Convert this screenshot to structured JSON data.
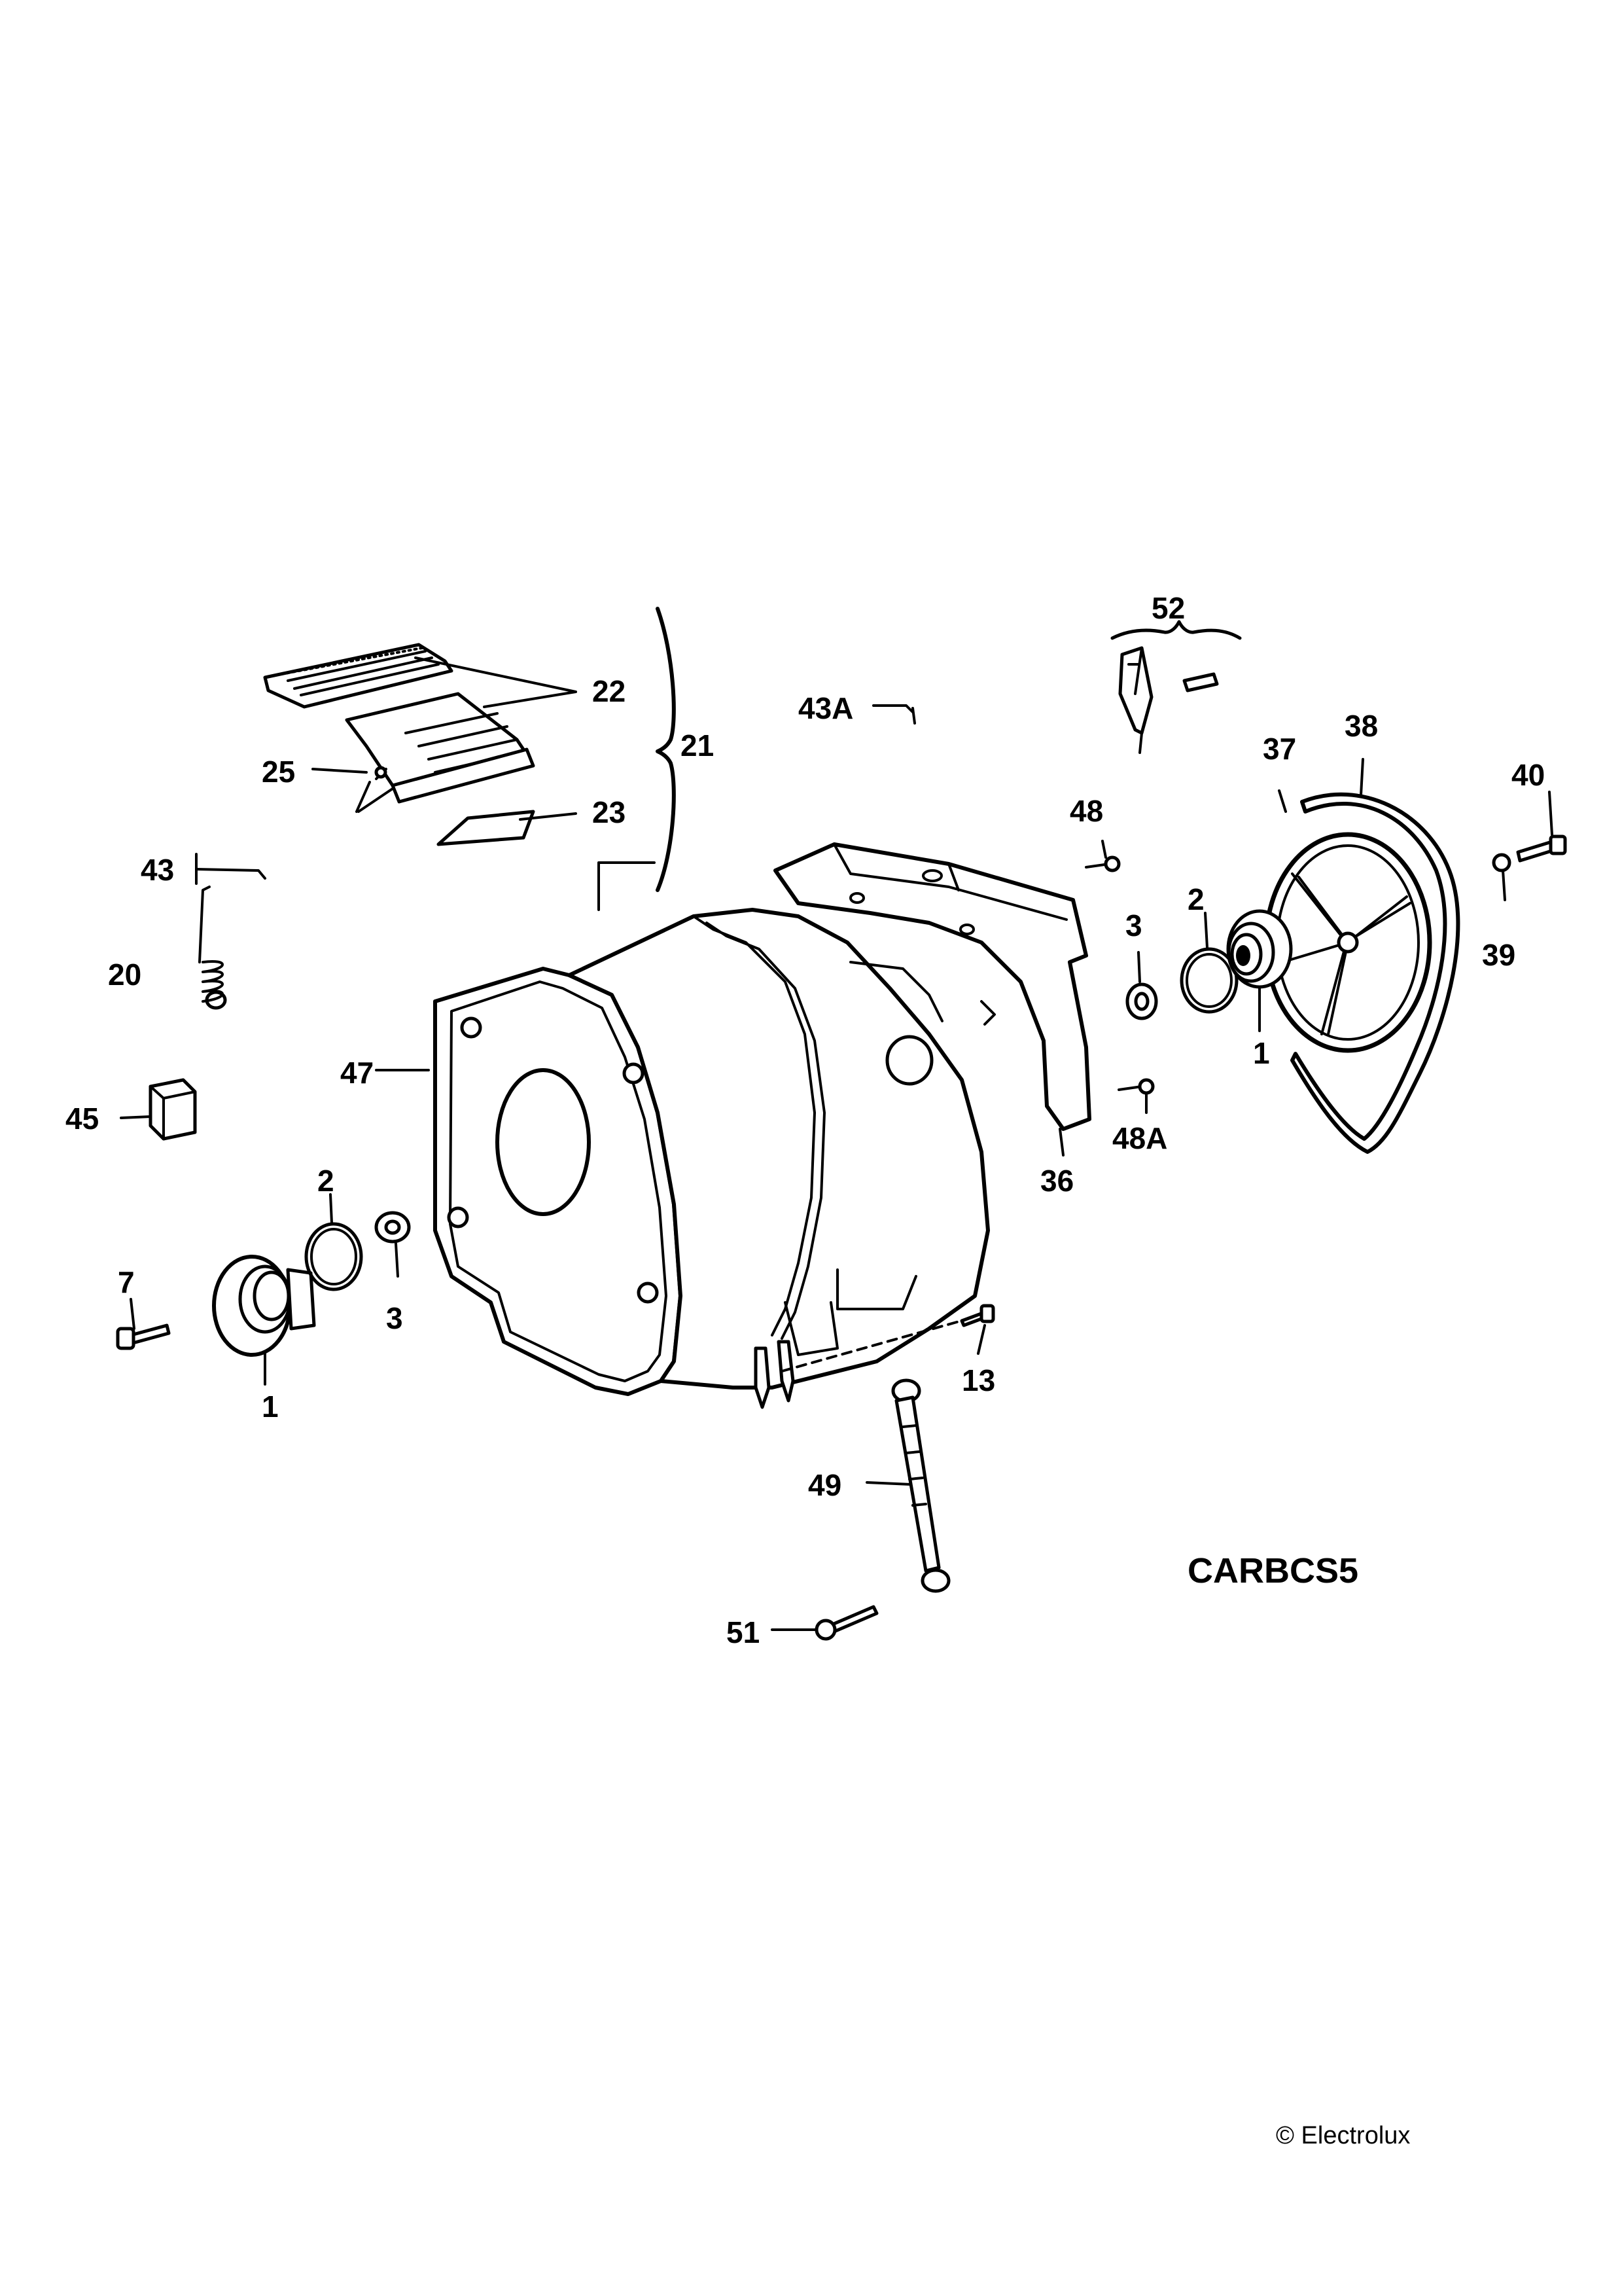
{
  "diagram": {
    "code": "CARBCS5",
    "copyright": "© Electrolux",
    "labels": [
      "22",
      "21",
      "25",
      "23",
      "43A",
      "52",
      "48",
      "38",
      "37",
      "40",
      "43",
      "3",
      "2",
      "20",
      "39",
      "47",
      "1",
      "45",
      "48A",
      "36",
      "2",
      "7",
      "3",
      "13",
      "1",
      "49",
      "51"
    ]
  }
}
